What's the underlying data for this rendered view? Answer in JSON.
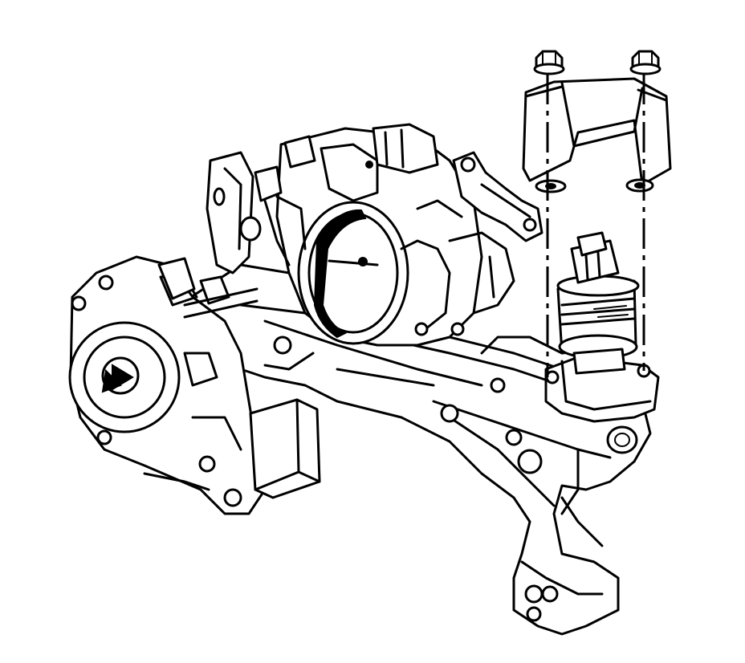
{
  "diagram": {
    "style": "black-and-white line art, exploded view",
    "background": "#ffffff",
    "ink": "#000000",
    "fasteners": {
      "count": 2,
      "type": "flanged nut"
    }
  }
}
